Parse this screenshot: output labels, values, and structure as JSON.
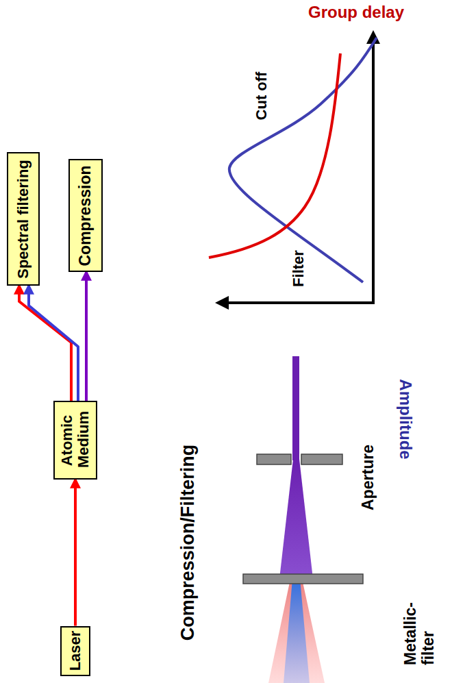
{
  "diagram": {
    "nodes": [
      {
        "text": [
          "Laser"
        ]
      },
      {
        "text": [
          "Atomic Medium"
        ]
      },
      {
        "text": [
          "Spectral filtering"
        ]
      },
      {
        "text": [
          "Compression"
        ]
      }
    ],
    "edges": [
      {
        "from": 0,
        "to": 1,
        "arrow": "to"
      },
      {
        "from": 1,
        "to": 2,
        "arrow": "to"
      },
      {
        "from": 1,
        "to": 2,
        "arrow": "to"
      },
      {
        "from": 1,
        "to": 3,
        "arrow": "to"
      }
    ],
    "labels": [
      "Group delay",
      "Cut off",
      "Filter",
      "Amplitude",
      "Compression/Filtering",
      "Aperture",
      "Metallic- filter"
    ]
  }
}
